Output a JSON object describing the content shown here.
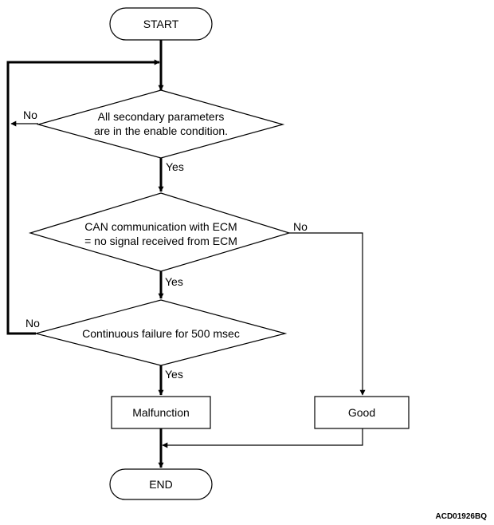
{
  "flowchart": {
    "start": "START",
    "end": "END",
    "decision_1": {
      "line1": "All secondary parameters",
      "line2": "are in the enable condition."
    },
    "decision_2": {
      "line1": "CAN communication with ECM",
      "line2": "= no signal received from ECM"
    },
    "decision_3": {
      "line1": "Continuous failure for 500 msec"
    },
    "malfunction": "Malfunction",
    "good": "Good",
    "labels": {
      "d1_no": "No",
      "d1_yes": "Yes",
      "d2_no": "No",
      "d2_yes": "Yes",
      "d3_no": "No",
      "d3_yes": "Yes"
    },
    "figure_code": "ACD01926BQ"
  }
}
